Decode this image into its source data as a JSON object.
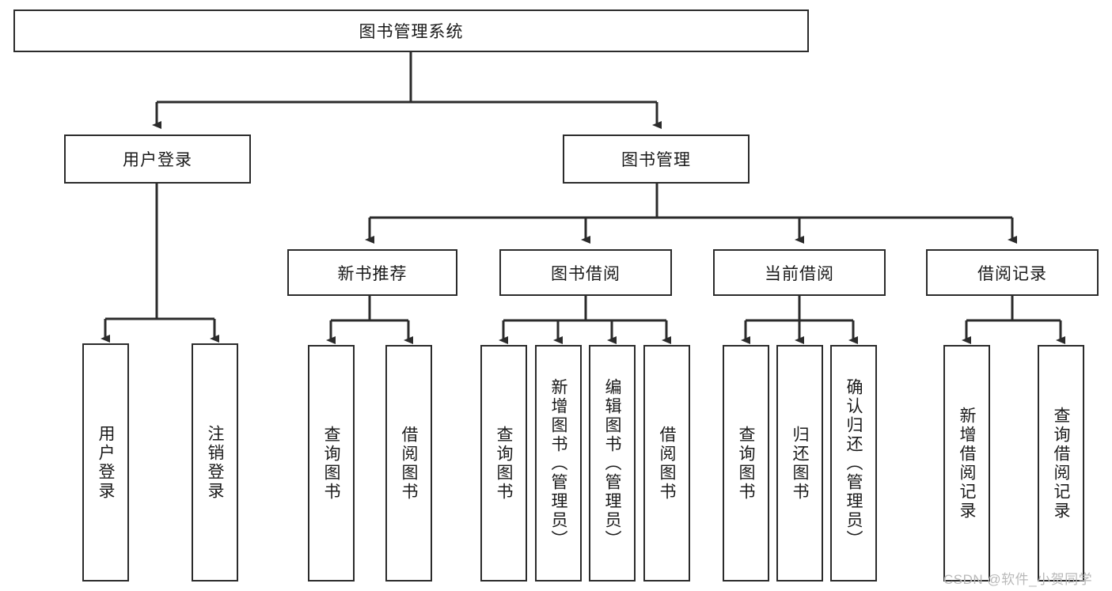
{
  "diagram": {
    "title": "图书管理系统",
    "type": "tree",
    "root": {
      "label": "图书管理系统"
    },
    "level2": [
      {
        "label": "用户登录"
      },
      {
        "label": "图书管理"
      }
    ],
    "level3": [
      {
        "label": "新书推荐"
      },
      {
        "label": "图书借阅"
      },
      {
        "label": "当前借阅"
      },
      {
        "label": "借阅记录"
      }
    ],
    "leaves": {
      "user_login": [
        {
          "label": "用户登录"
        },
        {
          "label": "注销登录"
        }
      ],
      "new_book_recommend": [
        {
          "label": "查询图书"
        },
        {
          "label": "借阅图书"
        }
      ],
      "book_borrow": [
        {
          "label": "查询图书"
        },
        {
          "label": "新增图书（管理员）"
        },
        {
          "label": "编辑图书（管理员）"
        },
        {
          "label": "借阅图书"
        }
      ],
      "current_borrow": [
        {
          "label": "查询图书"
        },
        {
          "label": "归还图书"
        },
        {
          "label": "确认归还（管理员）"
        }
      ],
      "borrow_record": [
        {
          "label": "新增借阅记录"
        },
        {
          "label": "查询借阅记录"
        }
      ]
    }
  },
  "watermark": {
    "text": "CSDN @软件_小贺同学"
  },
  "colors": {
    "stroke": "#2b2b2b",
    "fill": "#ffffff",
    "text": "#1a1a1a",
    "watermark": "#b9b9b9"
  }
}
